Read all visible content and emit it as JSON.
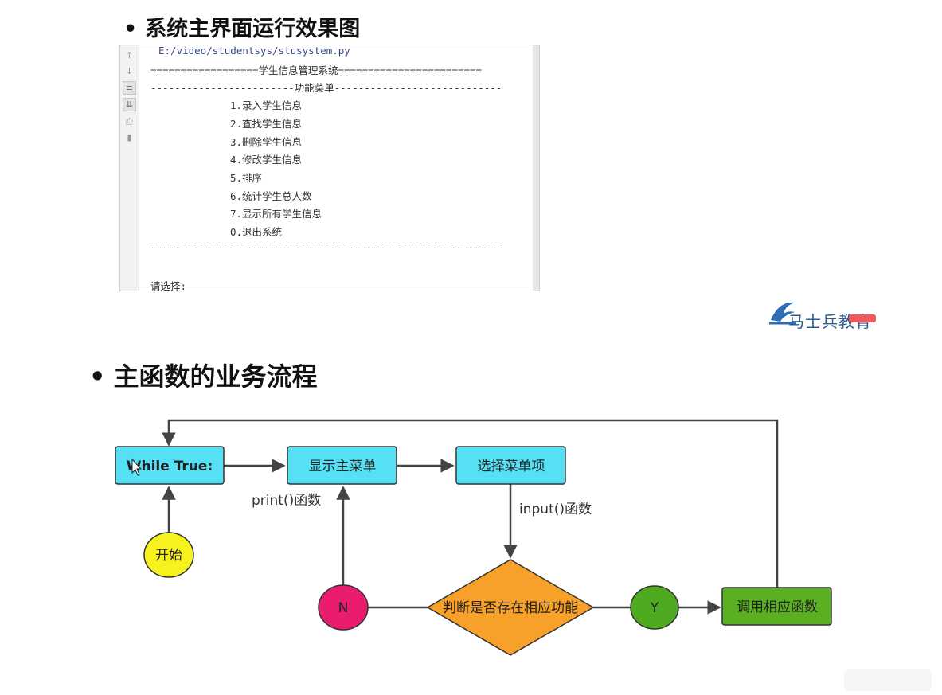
{
  "headings": {
    "bullet": "•",
    "main_interface": "系统主界面运行效果图",
    "main_flow": "主函数的业务流程"
  },
  "console": {
    "path": "E:/video/studentsys/stusystem.py",
    "title_line": "==================学生信息管理系统========================",
    "menu_line": "------------------------功能菜单----------------------------",
    "menu_items": [
      "1.录入学生信息",
      "2.查找学生信息",
      "3.删除学生信息",
      "4.修改学生信息",
      "5.排序",
      "6.统计学生总人数",
      "7.显示所有学生信息",
      "0.退出系统"
    ],
    "separator_line": "-----------------------------------------------------------",
    "prompt": "请选择:",
    "toolbar_icons": [
      "arrow-up-icon",
      "arrow-down-icon",
      "wrap-lines-icon",
      "scroll-to-end-icon",
      "print-icon",
      "trash-icon"
    ]
  },
  "logo": {
    "text": "马士兵教育"
  },
  "flowchart": {
    "nodes": {
      "while_true": "While True:",
      "show_menu": "显示主菜单",
      "select_item": "选择菜单项",
      "start": "开始",
      "n": "N",
      "judge": "判断是否存在相应功能",
      "y": "Y",
      "call_func": "调用相应函数"
    },
    "edge_labels": {
      "print_func": "print()函数",
      "input_func": "input()函数"
    },
    "colors": {
      "process_fill": "#55e0f5",
      "start_fill": "#f7f21e",
      "n_fill": "#ea1c6e",
      "judge_fill": "#f7a02a",
      "y_fill": "#4eaa1e",
      "call_fill": "#5ab020",
      "line": "#444444"
    }
  }
}
